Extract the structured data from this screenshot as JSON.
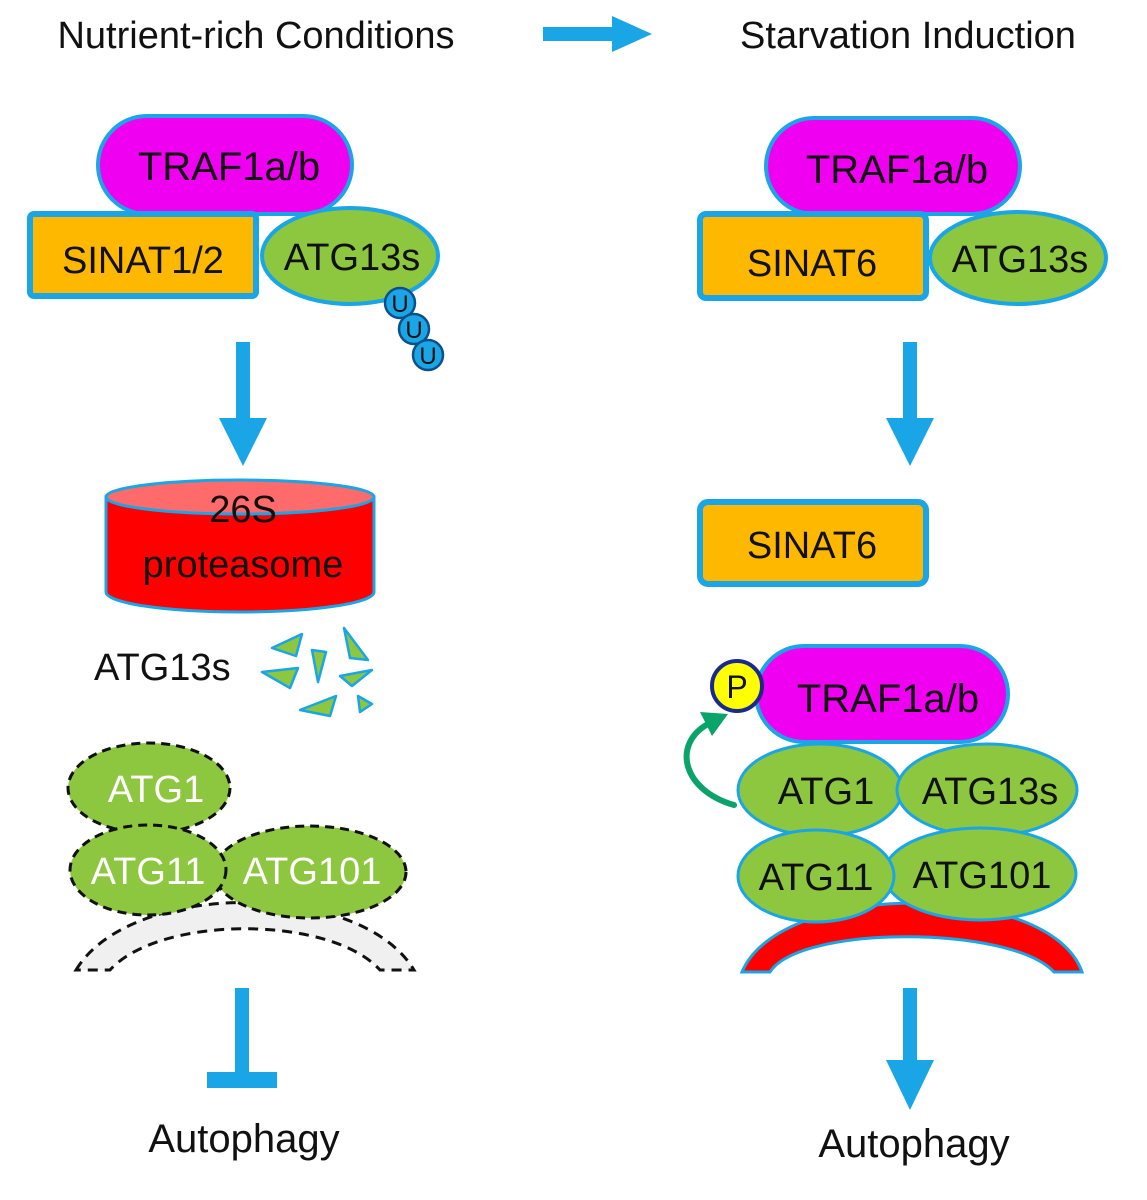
{
  "colors": {
    "arrow_blue": "#1aa6e6",
    "traf_magenta": "#f000f0",
    "sinat_orange": "#ffb800",
    "atg_green": "#8dc63f",
    "fragment_green": "#8dc63f",
    "proteasome_red": "#ff0000",
    "proteasome_top": "#ff6a6a",
    "membrane_red": "#ff0000",
    "phospho_yellow": "#ffff00",
    "curve_arrow_green": "#0aa36a",
    "ubiquitin_blue": "#1aa6e6"
  },
  "header": {
    "left_title": "Nutrient-rich Conditions",
    "right_title": "Starvation Induction"
  },
  "left": {
    "traf": "TRAF1a/b",
    "sinat": "SINAT1/2",
    "atg13s": "ATG13s",
    "ubiquitin": [
      "U",
      "U",
      "U"
    ],
    "proteasome_line1": "26S",
    "proteasome_line2": "proteasome",
    "fragments_label": "ATG13s",
    "atg1": "ATG1",
    "atg11": "ATG11",
    "atg101": "ATG101",
    "outcome": "Autophagy"
  },
  "right": {
    "traf": "TRAF1a/b",
    "sinat": "SINAT6",
    "atg13s": "ATG13s",
    "sinat_free": "SINAT6",
    "phospho": "P",
    "traf_p": "TRAF1a/b",
    "atg1": "ATG1",
    "atg13s_2": "ATG13s",
    "atg11": "ATG11",
    "atg101": "ATG101",
    "outcome": "Autophagy"
  }
}
